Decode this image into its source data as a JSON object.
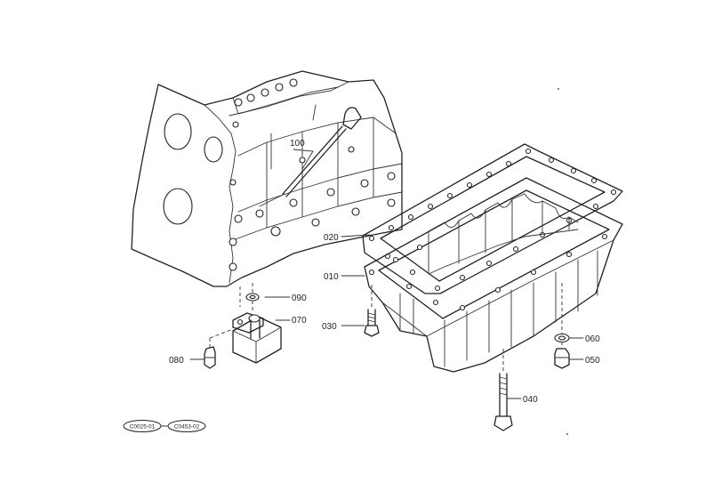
{
  "callouts": {
    "p100": "100",
    "p020": "020",
    "p010": "010",
    "p090": "090",
    "p070": "070",
    "p030": "030",
    "p080": "080",
    "p060": "060",
    "p050": "050",
    "p040": "040"
  },
  "references": {
    "ref1": "C0025-01",
    "ref2": "C0453-02"
  }
}
